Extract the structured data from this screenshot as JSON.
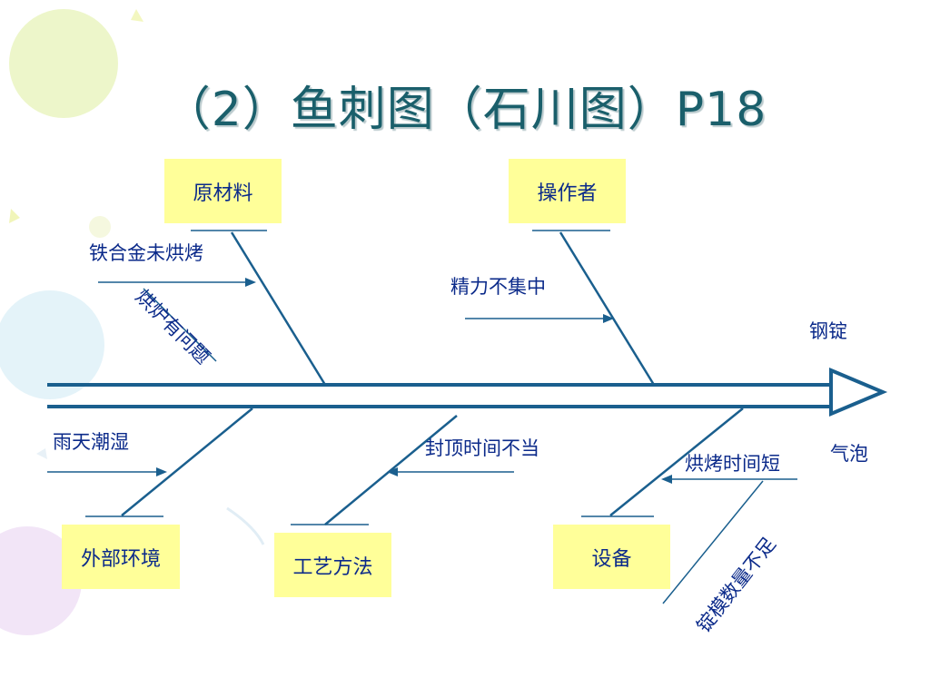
{
  "title": "（2）鱼刺图（石川图）P18",
  "effect": {
    "line1": "钢锭",
    "line2": "气泡"
  },
  "categories": {
    "materials": "原材料",
    "operator": "操作者",
    "environment": "外部环境",
    "process": "工艺方法",
    "equipment": "设备"
  },
  "causes": {
    "alloy_not_baked": "铁合金未烘烤",
    "furnace_problem": "烘炉有问题",
    "lack_focus": "精力不集中",
    "rainy_humid": "雨天潮湿",
    "improper_capping": "封顶时间不当",
    "short_baking": "烘烤时间短",
    "insufficient_molds": "锭模数量不足"
  },
  "colors": {
    "line": "#1a5f8e",
    "text": "#0b2a8a",
    "box": "#ffff99",
    "title": "#1a5f6b"
  }
}
